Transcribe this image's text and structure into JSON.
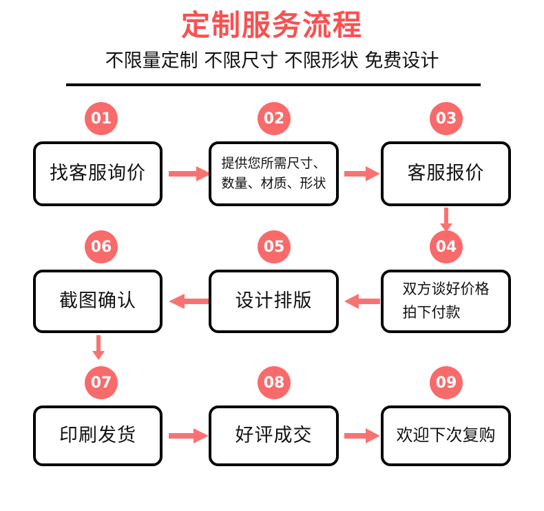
{
  "header": {
    "title": "定制服务流程",
    "subtitle": "不限量定制 不限尺寸 不限形状 免费设计"
  },
  "colors": {
    "accent": "#F96A6A",
    "title": "#FA5050",
    "box_border": "#000000",
    "text": "#111111",
    "background": "#FFFFFF"
  },
  "steps": [
    {
      "number": "01",
      "label": "找客服询价"
    },
    {
      "number": "02",
      "label": "提供您所需尺寸、\n数量、材质、形状"
    },
    {
      "number": "03",
      "label": "客服报价"
    },
    {
      "number": "04",
      "label": "双方谈好价格\n拍下付款"
    },
    {
      "number": "05",
      "label": "设计排版"
    },
    {
      "number": "06",
      "label": "截图确认"
    },
    {
      "number": "07",
      "label": "印刷发货"
    },
    {
      "number": "08",
      "label": "好评成交"
    },
    {
      "number": "09",
      "label": "欢迎下次复购"
    }
  ],
  "arrows": [
    {
      "name": "arrow-01-to-02",
      "direction": "right"
    },
    {
      "name": "arrow-02-to-03",
      "direction": "right"
    },
    {
      "name": "arrow-03-to-04",
      "direction": "down"
    },
    {
      "name": "arrow-04-to-05",
      "direction": "left"
    },
    {
      "name": "arrow-05-to-06",
      "direction": "left"
    },
    {
      "name": "arrow-06-to-07",
      "direction": "down"
    },
    {
      "name": "arrow-07-to-08",
      "direction": "right"
    },
    {
      "name": "arrow-08-to-09",
      "direction": "right"
    }
  ]
}
